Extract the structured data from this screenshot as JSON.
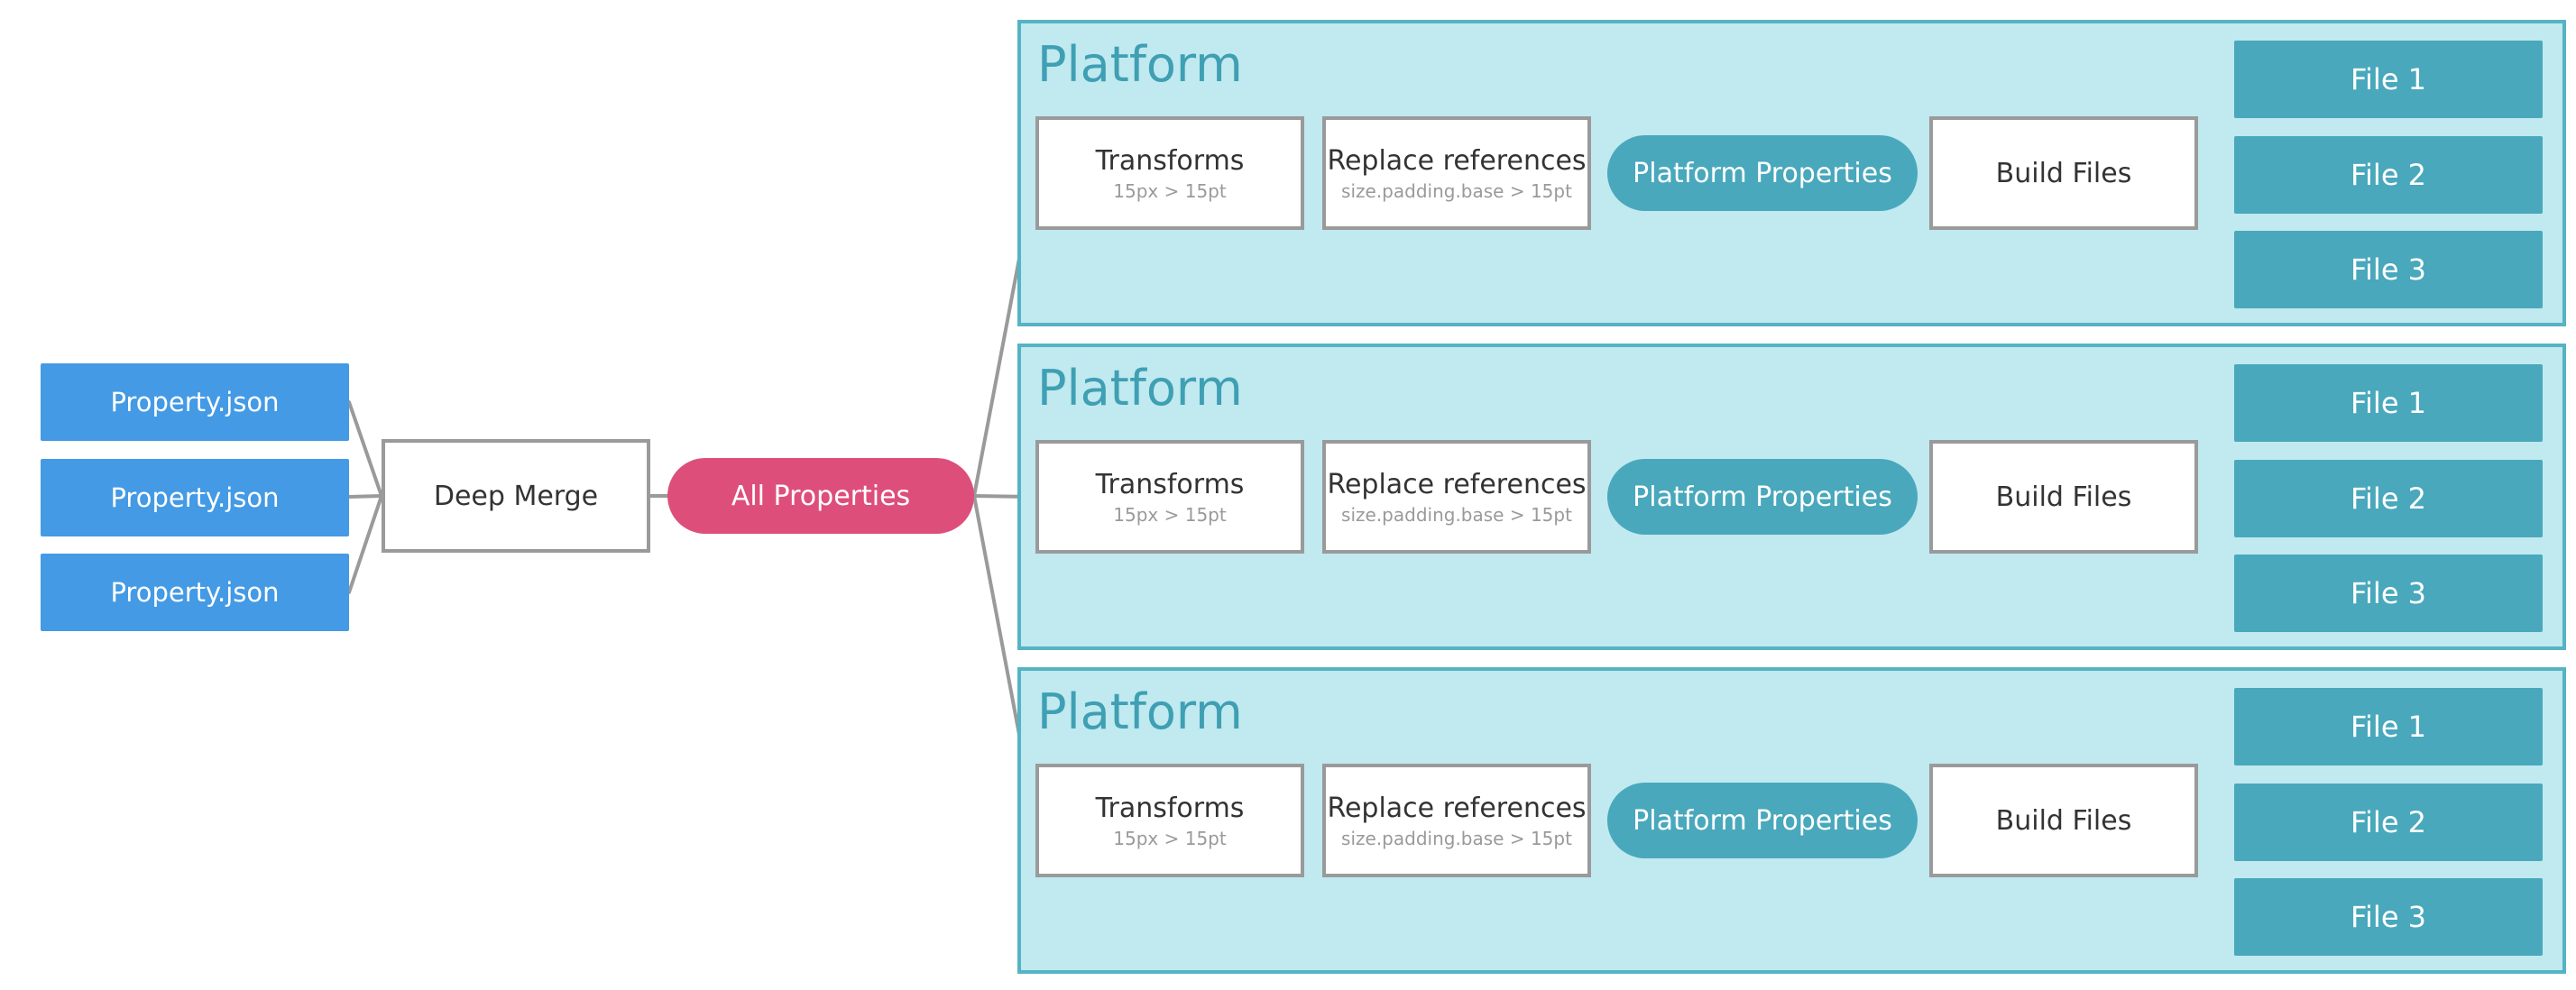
{
  "inputs": [
    {
      "label": "Property.json"
    },
    {
      "label": "Property.json"
    },
    {
      "label": "Property.json"
    }
  ],
  "merge": {
    "label": "Deep Merge"
  },
  "all_properties": {
    "label": "All Properties"
  },
  "platforms": [
    {
      "title": "Platform",
      "transforms": {
        "label": "Transforms",
        "sub": "15px > 15pt"
      },
      "replace": {
        "label": "Replace references",
        "sub": "size.padding.base > 15pt"
      },
      "props": {
        "label": "Platform Properties"
      },
      "build": {
        "label": "Build Files"
      },
      "files": [
        {
          "label": "File 1"
        },
        {
          "label": "File 2"
        },
        {
          "label": "File 3"
        }
      ]
    },
    {
      "title": "Platform",
      "transforms": {
        "label": "Transforms",
        "sub": "15px > 15pt"
      },
      "replace": {
        "label": "Replace references",
        "sub": "size.padding.base > 15pt"
      },
      "props": {
        "label": "Platform Properties"
      },
      "build": {
        "label": "Build Files"
      },
      "files": [
        {
          "label": "File 1"
        },
        {
          "label": "File 2"
        },
        {
          "label": "File 3"
        }
      ]
    },
    {
      "title": "Platform",
      "transforms": {
        "label": "Transforms",
        "sub": "15px > 15pt"
      },
      "replace": {
        "label": "Replace references",
        "sub": "size.padding.base > 15pt"
      },
      "props": {
        "label": "Platform Properties"
      },
      "build": {
        "label": "Build Files"
      },
      "files": [
        {
          "label": "File 1"
        },
        {
          "label": "File 2"
        },
        {
          "label": "File 3"
        }
      ]
    }
  ],
  "colors": {
    "input": "#449ae4",
    "all_properties": "#dd4f7a",
    "platform_fill": "#c0e9f0",
    "platform_border": "#55b3c4",
    "accent": "#49a8bc",
    "connector": "#9a9a9a"
  }
}
